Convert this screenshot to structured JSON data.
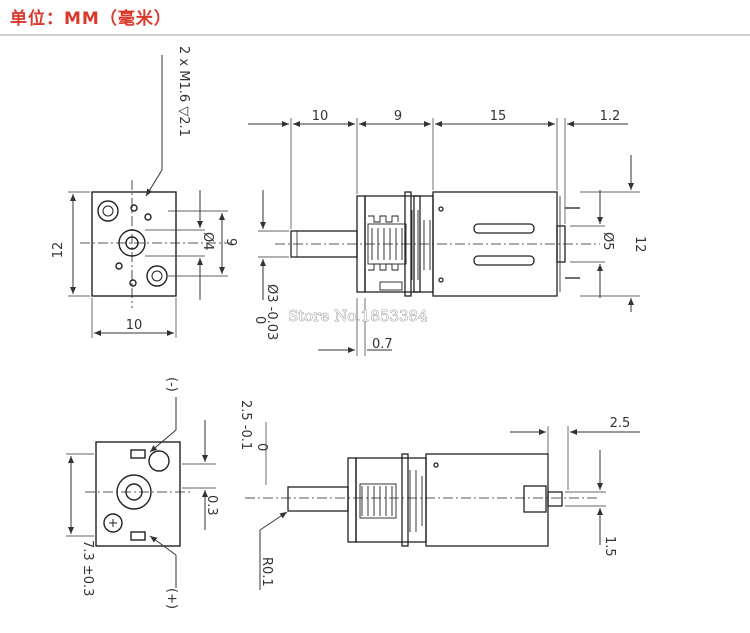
{
  "header": {
    "title": "单位：MM（毫米）"
  },
  "front_view": {
    "thread_note": "2 x M1.6 ▽2.1",
    "width": "10",
    "height": "12",
    "hole_spacing": "9",
    "boss_diameter": "Ø4",
    "shaft_diameter": "Ø3 -0.03",
    "shaft_tolerance_upper": "0"
  },
  "side_view": {
    "shaft_length": "10",
    "gearbox_length": "9",
    "motor_length": "15",
    "end_cap": "1.2",
    "motor_height": "12",
    "bearing_diameter": "Ø5",
    "flange_offset": "0.7"
  },
  "rear_view": {
    "negative_terminal": "(-)",
    "positive_terminal": "(+)",
    "flat_depth": "2.5 -0.1",
    "flat_upper": "0",
    "offset": "0.3",
    "terminal_spacing": "7.3 ±0.3"
  },
  "bottom_view": {
    "terminal_length": "2.5",
    "terminal_width": "1.5",
    "radius": "R0.1"
  },
  "watermark": "Store No.1853384"
}
